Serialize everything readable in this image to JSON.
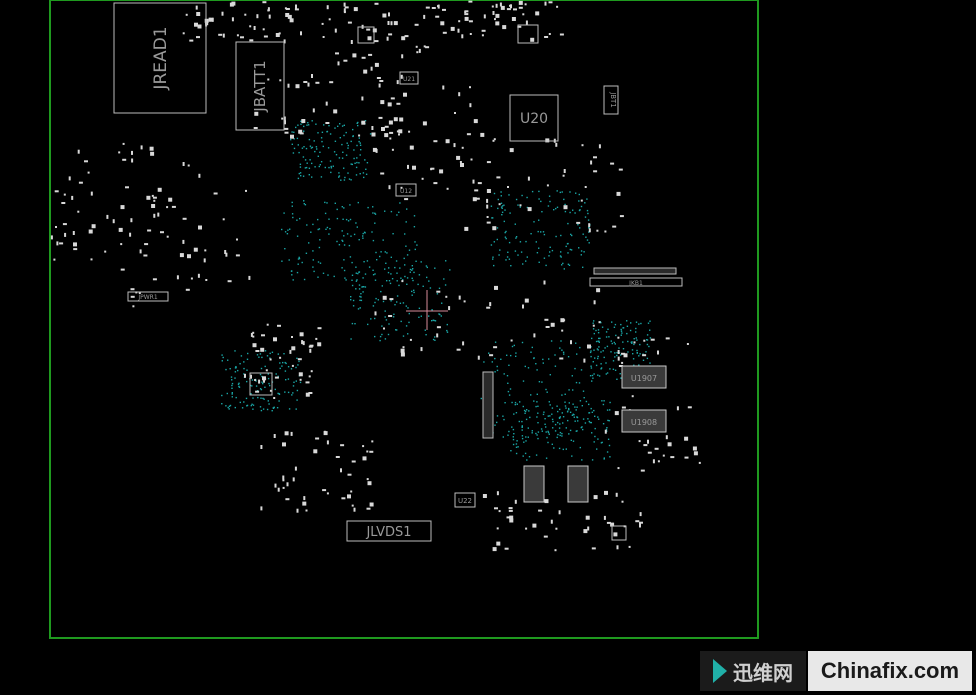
{
  "board": {
    "outline_color": "#1f9a1f",
    "via_color": "#1aa6a6",
    "labels": {
      "jread1": "JREAD1",
      "jbatt1": "JBATT1",
      "u20": "U20",
      "jlvds1": "JLVDS1",
      "jbt1": "JBT1",
      "u1907": "U1907",
      "u1908": "U1908",
      "u22": "U22",
      "u21": "U21",
      "u12": "U12",
      "jpwr": "JPWR1",
      "jkb1": "JKB1"
    }
  },
  "watermark": {
    "cn_text": "迅维网",
    "en_text": "Chinafix.com",
    "accent": "#20b0a8"
  }
}
